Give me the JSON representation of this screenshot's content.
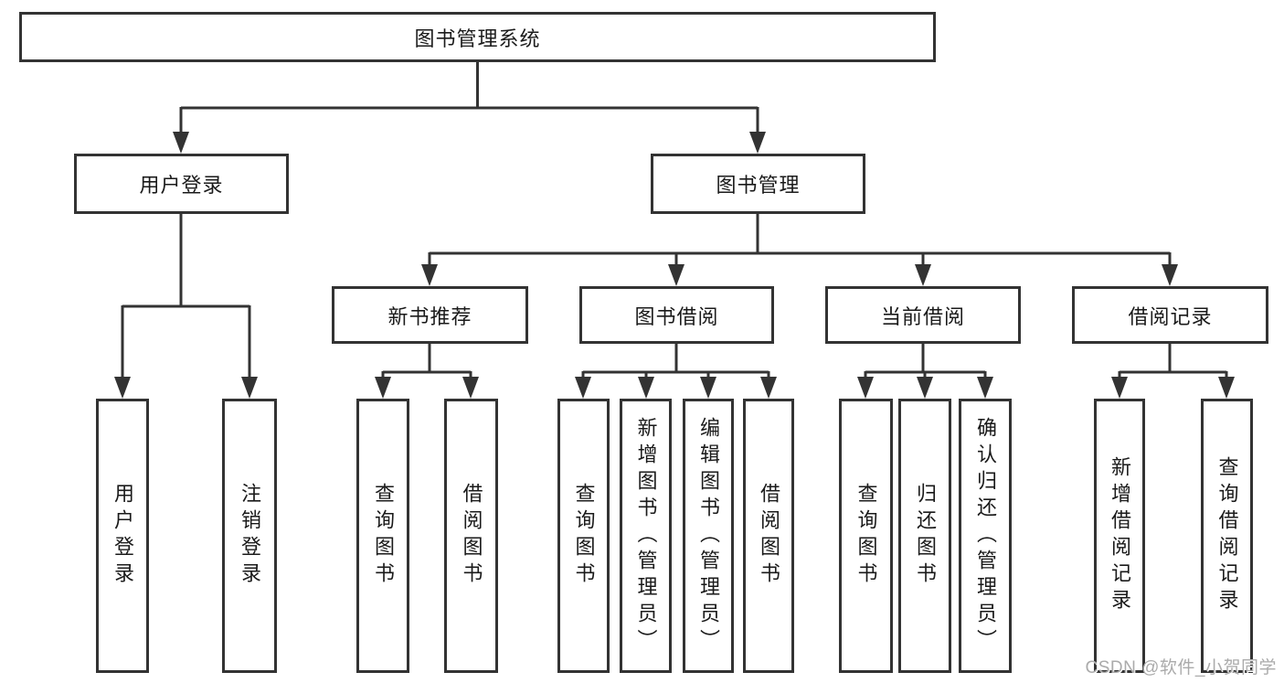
{
  "diagram": {
    "type": "tree",
    "title": "图书管理系统",
    "nodes": {
      "root": "图书管理系统",
      "user_login": "用户登录",
      "book_management": "图书管理",
      "leaf_user_login": "用户登录",
      "leaf_logout": "注销登录",
      "new_book_rec": "新书推荐",
      "book_borrow": "图书借阅",
      "current_borrow": "当前借阅",
      "borrow_record": "借阅记录",
      "nbr_query_book": "查询图书",
      "nbr_borrow_book": "借阅图书",
      "bb_query_book": "查询图书",
      "bb_add_book": "新增图书（管理员）",
      "bb_edit_book": "编辑图书（管理员）",
      "bb_borrow_book": "借阅图书",
      "cb_query_book": "查询图书",
      "cb_return_book": "归还图书",
      "cb_confirm_return": "确认归还（管理员）",
      "br_add_record": "新增借阅记录",
      "br_query_record": "查询借阅记录"
    },
    "hierarchy": {
      "图书管理系统": {
        "用户登录": [
          "用户登录",
          "注销登录"
        ],
        "图书管理": {
          "新书推荐": [
            "查询图书",
            "借阅图书"
          ],
          "图书借阅": [
            "查询图书",
            "新增图书（管理员）",
            "编辑图书（管理员）",
            "借阅图书"
          ],
          "当前借阅": [
            "查询图书",
            "归还图书",
            "确认归还（管理员）"
          ],
          "借阅记录": [
            "新增借阅记录",
            "查询借阅记录"
          ]
        }
      }
    }
  },
  "watermark": "CSDN @软件_小贺同学",
  "colors": {
    "line": "#333333",
    "box_border": "#333333",
    "text": "#1a1a1a",
    "watermark": "#ababab",
    "background": "#ffffff"
  }
}
